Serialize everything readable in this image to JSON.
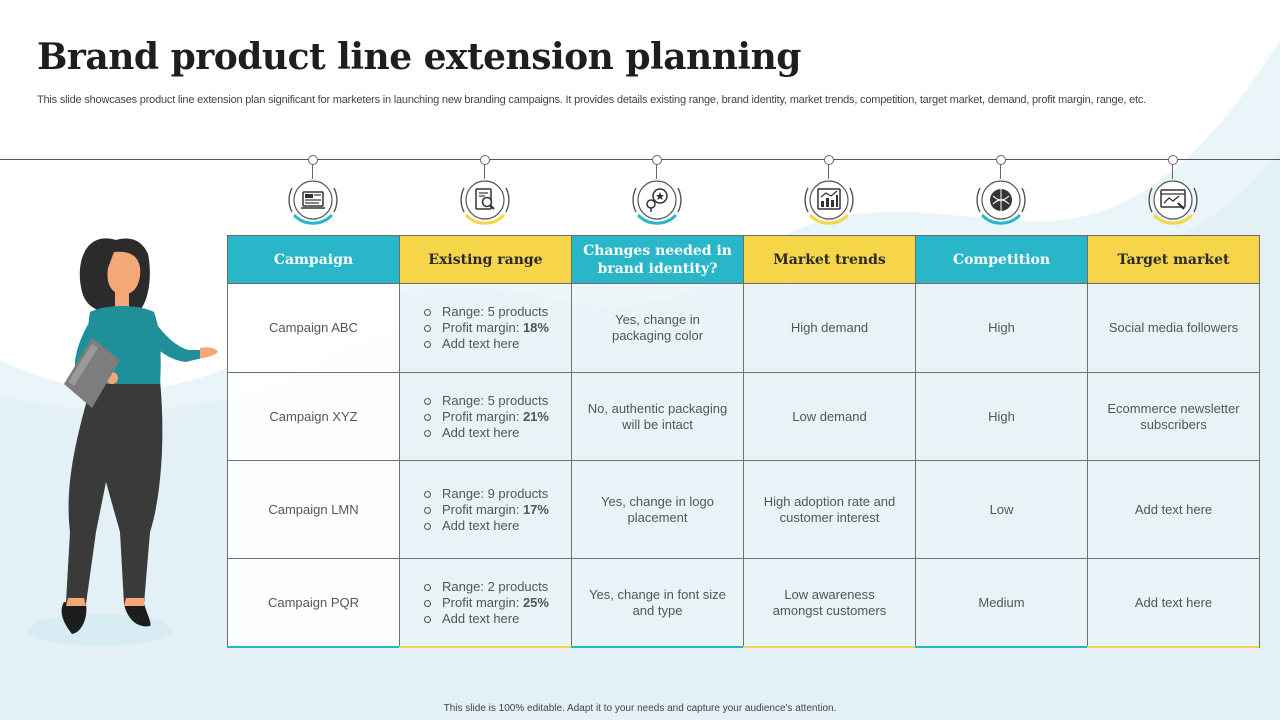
{
  "title": "Brand product line extension planning",
  "subtitle": "This slide showcases product line extension plan significant for marketers in launching new branding campaigns. It provides details existing range, brand identity, market trends, competition, target market, demand, profit margin, range, etc.",
  "footer": "This slide is 100% editable. Adapt it to your needs and capture your audience's attention.",
  "colors": {
    "teal": "#29b6c8",
    "yellow": "#f7d548",
    "dark_text": "#1e1e1e",
    "cell_bg": "#e8f4f7"
  },
  "icons": [
    "campaign-icon",
    "search-document-icon",
    "brand-identity-icon",
    "market-trends-icon",
    "competition-icon",
    "target-market-icon"
  ],
  "columns": [
    {
      "label": "Campaign",
      "color": "teal"
    },
    {
      "label": "Existing range",
      "color": "yellow"
    },
    {
      "label": "Changes needed in brand identity?",
      "color": "teal"
    },
    {
      "label": "Market trends",
      "color": "yellow"
    },
    {
      "label": "Competition",
      "color": "teal"
    },
    {
      "label": "Target market",
      "color": "yellow"
    }
  ],
  "range_labels": {
    "range": "Range:",
    "margin": "Profit margin:"
  },
  "rows": [
    {
      "campaign": "Campaign ABC",
      "range": "5 products",
      "margin": "18%",
      "extra": "Add text here",
      "identity": "Yes, change in packaging color",
      "trend": "High demand",
      "competition": "High",
      "target": "Social media followers"
    },
    {
      "campaign": "Campaign XYZ",
      "range": "5 products",
      "margin": "21%",
      "extra": "Add text here",
      "identity": "No, authentic packaging will be intact",
      "trend": "Low demand",
      "competition": "High",
      "target": "Ecommerce newsletter subscribers"
    },
    {
      "campaign": "Campaign LMN",
      "range": "9 products",
      "margin": "17%",
      "extra": "Add text here",
      "identity": "Yes, change in logo placement",
      "trend": "High adoption rate and customer interest",
      "competition": "Low",
      "target": "Add text here"
    },
    {
      "campaign": "Campaign PQR",
      "range": "2 products",
      "margin": "25%",
      "extra": "Add text here",
      "identity": "Yes, change in font size and type",
      "trend": "Low awareness amongst customers",
      "competition": "Medium",
      "target": "Add text here"
    }
  ]
}
